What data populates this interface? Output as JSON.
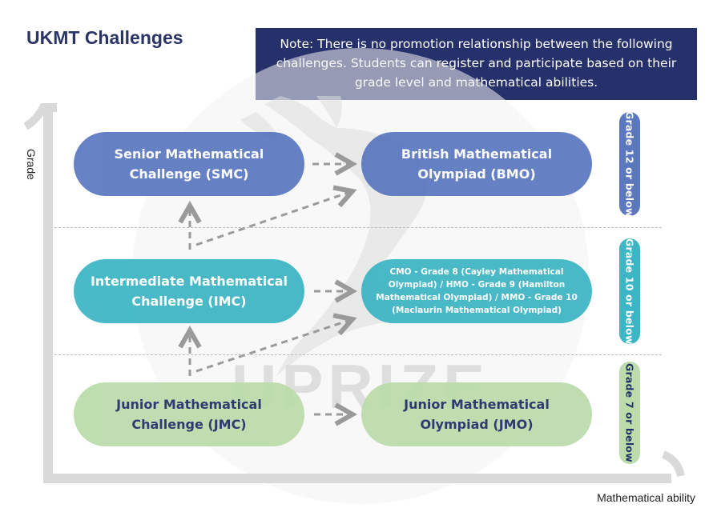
{
  "title": "UKMT Challenges",
  "note": "Note: There is no promotion relationship between the following challenges. Students can register and participate based on their grade level and mathematical abilities.",
  "axes": {
    "y_label": "Grade",
    "x_label": "Mathematical ability"
  },
  "watermark": "UPRIZE",
  "levels": {
    "senior": {
      "challenge": "Senior Mathematical Challenge (SMC)",
      "olympiad": "British Mathematical Olympiad (BMO)",
      "grade": "Grade 12 or below"
    },
    "intermediate": {
      "challenge": "Intermediate Mathematical Challenge (IMC)",
      "olympiad": "CMO - Grade 8 (Cayley Mathematical Olympiad) / HMO - Grade 9 (Hamilton Mathematical Olympiad) / MMO - Grade 10 (Maclaurin Mathematical Olympiad)",
      "grade": "Grade 10 or below"
    },
    "junior": {
      "challenge": "Junior Mathematical Challenge (JMC)",
      "olympiad": "Junior Mathematical Olympiad (JMO)",
      "grade": "Grade 7 or below"
    }
  },
  "colors": {
    "title": "#2b3466",
    "note_bg": "#26306b",
    "senior": "#5b78bf",
    "intermediate": "#3cb5c4",
    "junior": "#bcdcac",
    "junior_text": "#24316a",
    "arrow": "#9a9a9a",
    "axis": "#d9d9d9"
  }
}
